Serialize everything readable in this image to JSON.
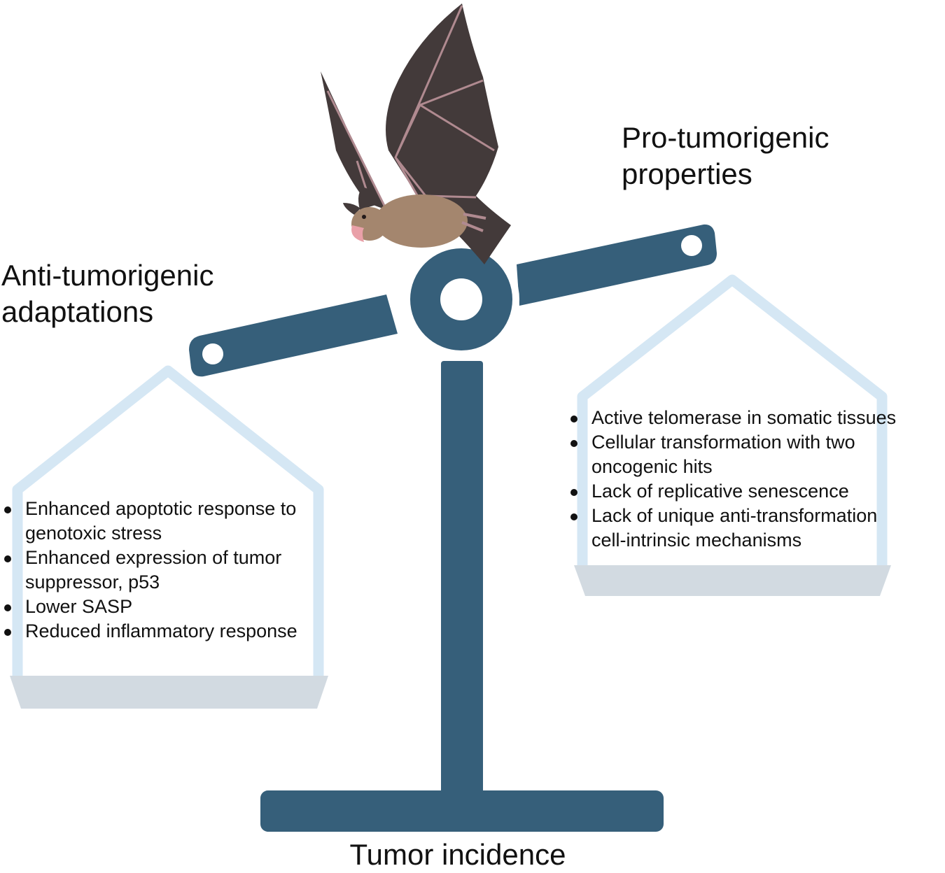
{
  "colors": {
    "beam": "#365f7a",
    "pan_frame": "#d5e7f4",
    "pan_base": "#d2dae1",
    "bat_wing": "#433a3a",
    "bat_wing_bone": "#b08a90",
    "bat_body": "#a4866e",
    "text": "#111111"
  },
  "left_side": {
    "heading_lines": [
      "Anti-tumorigenic",
      "adaptations"
    ],
    "items": [
      {
        "lines": [
          "Enhanced apoptotic response to",
          "genotoxic stress"
        ]
      },
      {
        "lines": [
          "Enhanced expression of tumor",
          "suppressor, p53"
        ]
      },
      {
        "lines": [
          "Lower SASP"
        ]
      },
      {
        "lines": [
          "Reduced inflammatory response"
        ]
      }
    ]
  },
  "right_side": {
    "heading_lines": [
      "Pro-tumorigenic",
      "properties"
    ],
    "items": [
      {
        "lines": [
          "Active telomerase in somatic tissues"
        ]
      },
      {
        "lines": [
          "Cellular transformation with two",
          "oncogenic hits"
        ]
      },
      {
        "lines": [
          "Lack of replicative senescence"
        ]
      },
      {
        "lines": [
          "Lack of unique anti-transformation",
          "cell-intrinsic mechanisms"
        ]
      }
    ]
  },
  "footer_label": "Tumor incidence",
  "icons": {
    "bat": "bat-illustration-icon"
  }
}
